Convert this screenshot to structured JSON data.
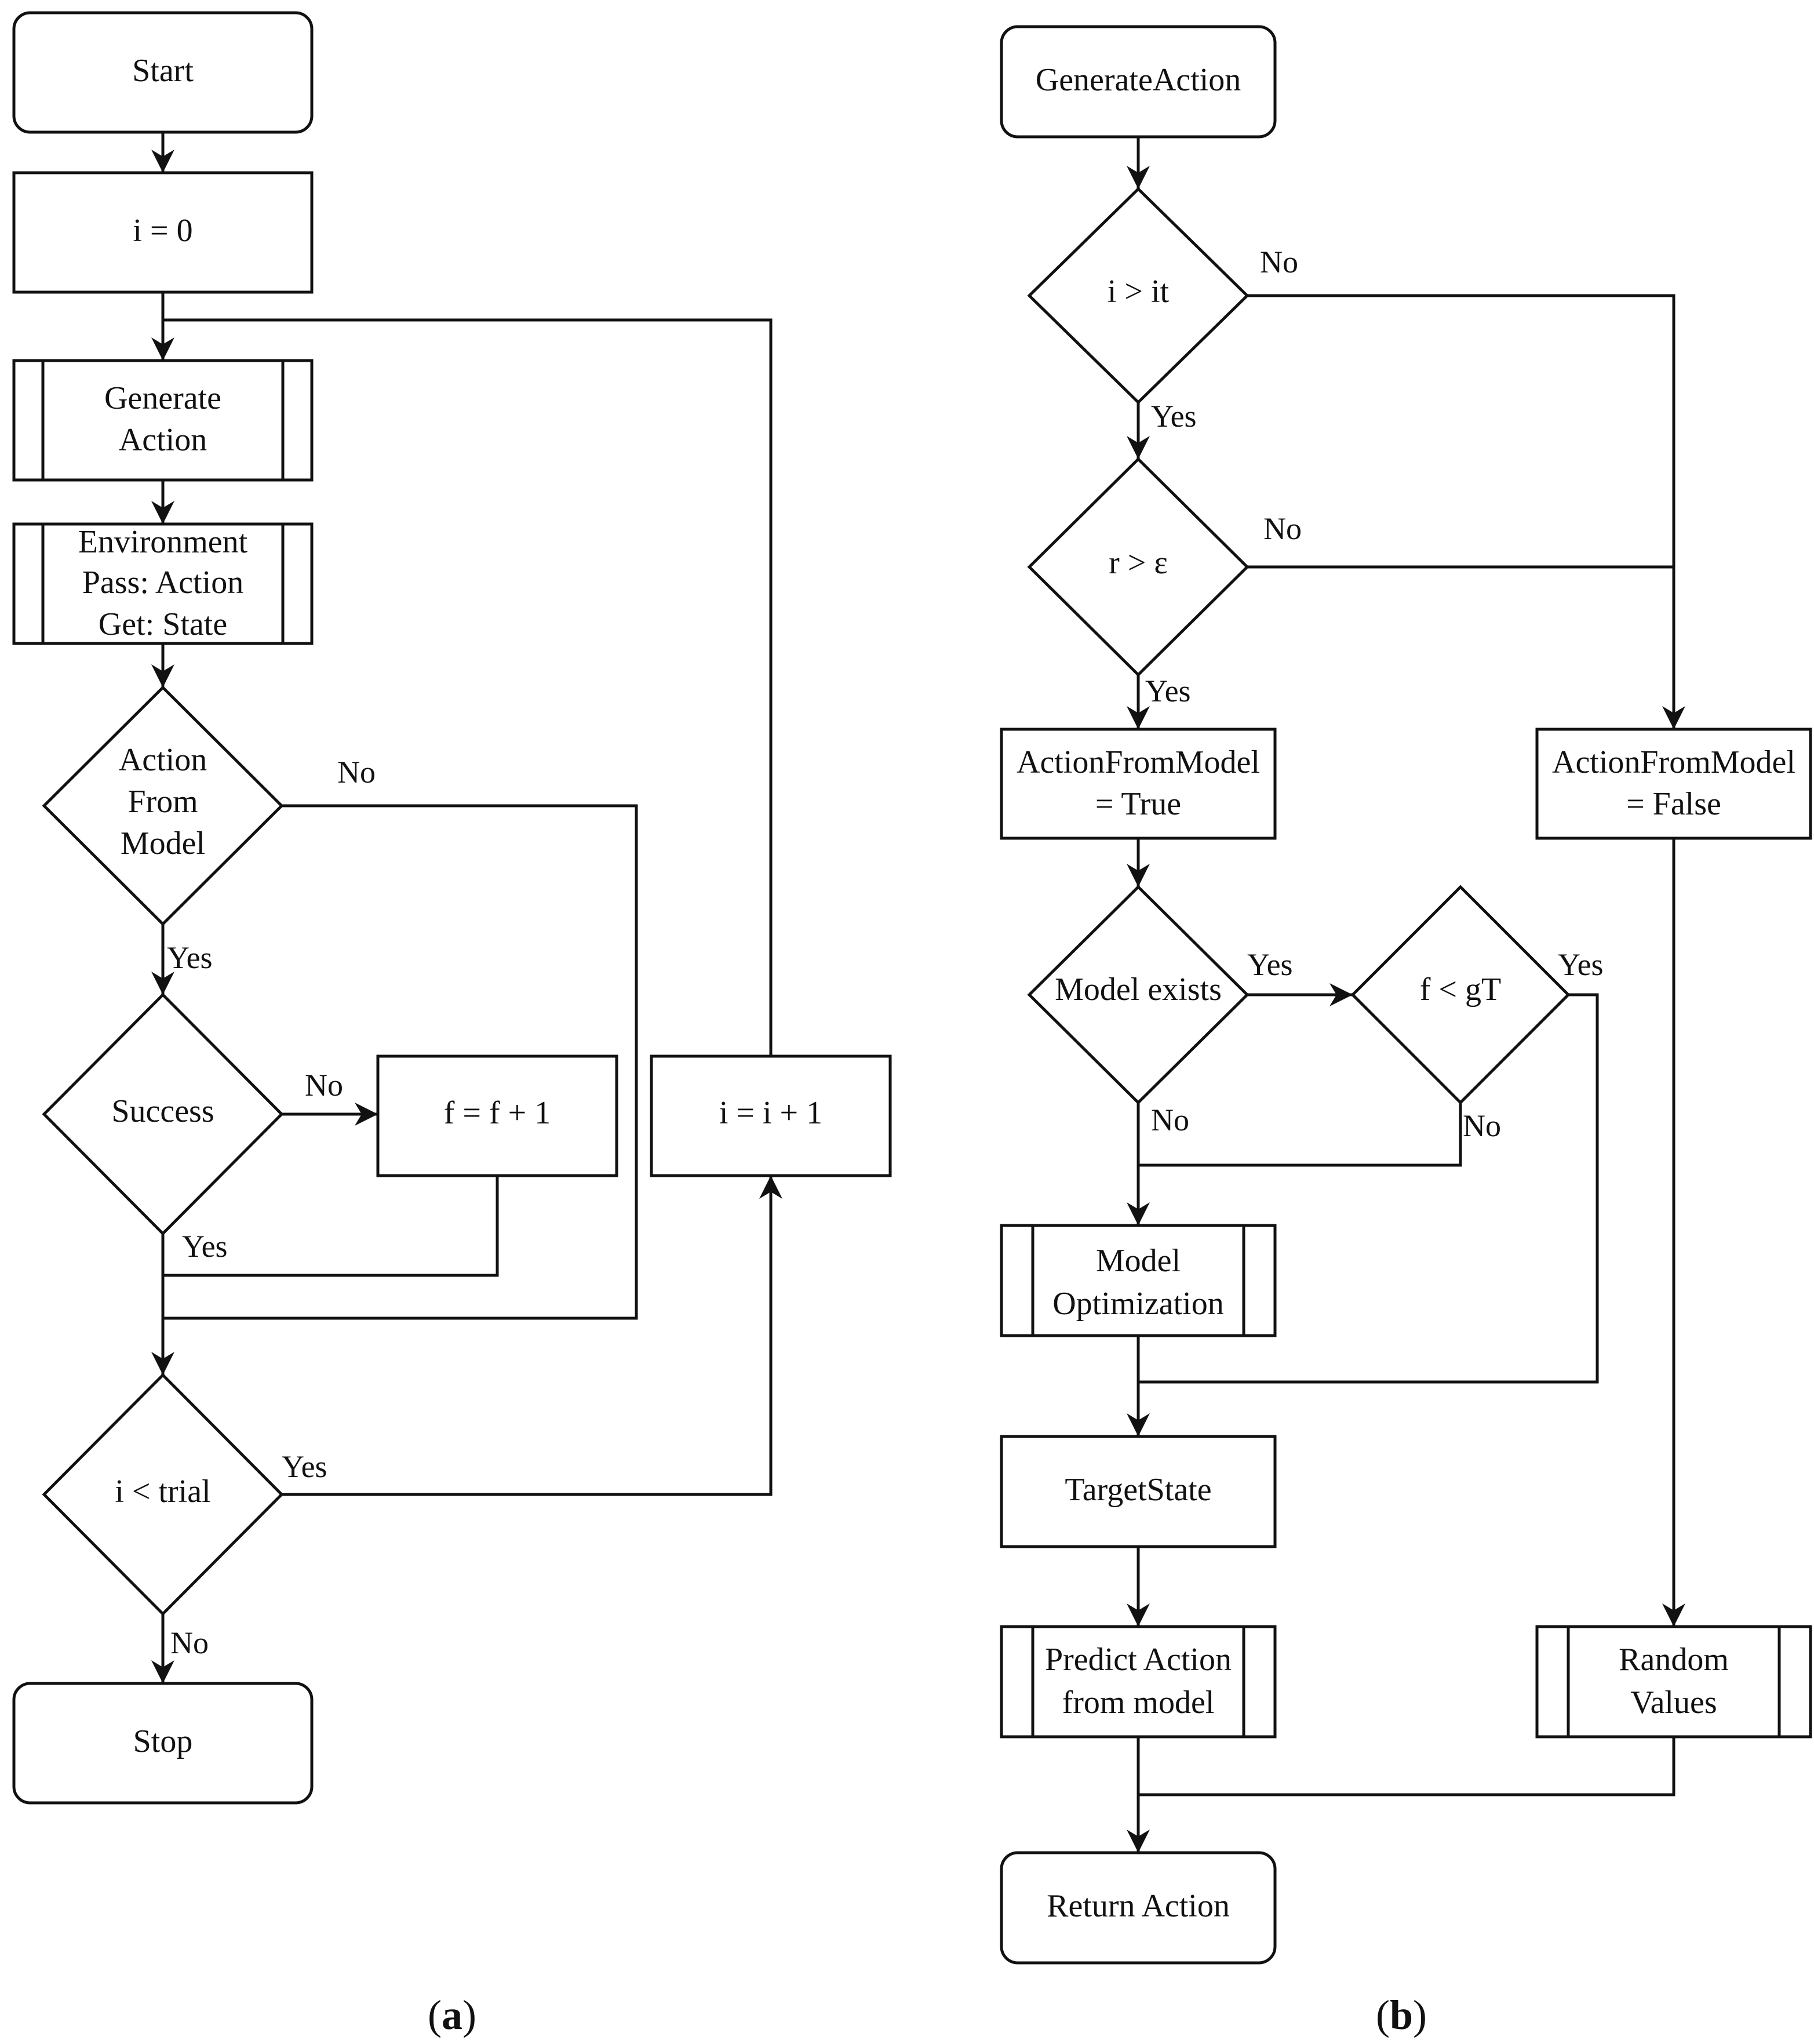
{
  "diagram_a": {
    "start": "Start",
    "init": "i = 0",
    "generate_action": [
      "Generate",
      "Action"
    ],
    "environment": [
      "Environment",
      "Pass: Action",
      "Get: State"
    ],
    "action_from_model": [
      "Action",
      "From",
      "Model"
    ],
    "success": "Success",
    "increment_f": "f = f + 1",
    "increment_i": "i = i + 1",
    "trial_check": "i < trial",
    "stop": "Stop",
    "labels": {
      "afm_no": "No",
      "afm_yes": "Yes",
      "success_no": "No",
      "success_yes": "Yes",
      "trial_yes": "Yes",
      "trial_no": "No"
    }
  },
  "diagram_b": {
    "generate_action": "GenerateAction",
    "iter_check": "i > it",
    "eps_check": "r > ε",
    "afm_true": [
      "ActionFromModel",
      "= True"
    ],
    "afm_false": [
      "ActionFromModel",
      "= False"
    ],
    "model_exists": "Model exists",
    "f_check": "f < gT",
    "model_optimization": [
      "Model",
      "Optimization"
    ],
    "target_state": "TargetState",
    "predict_action": [
      "Predict Action",
      "from model"
    ],
    "random_values": [
      "Random",
      "Values"
    ],
    "return_action": "Return Action",
    "labels": {
      "iter_no": "No",
      "iter_yes": "Yes",
      "eps_no": "No",
      "eps_yes": "Yes",
      "exists_yes": "Yes",
      "exists_no": "No",
      "f_yes": "Yes",
      "f_no": "No"
    }
  },
  "captions": {
    "a": {
      "open": "(",
      "letter": "a",
      "close": ")"
    },
    "b": {
      "open": "(",
      "letter": "b",
      "close": ")"
    }
  }
}
